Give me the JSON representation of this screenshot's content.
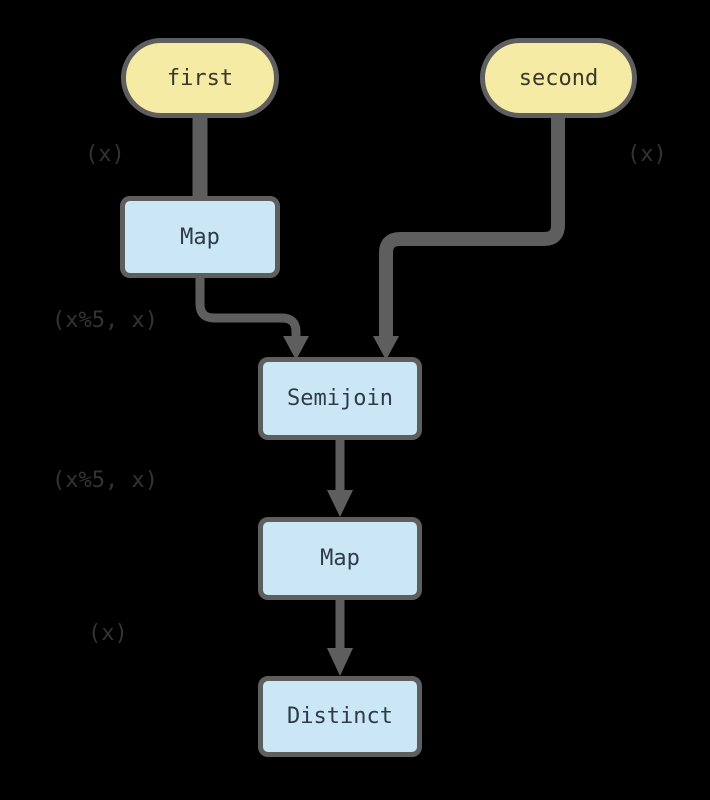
{
  "diagram": {
    "title": "dataflow-graph",
    "background": "#000000",
    "colors": {
      "edge": "#5e5e5e",
      "node_border": "#5e5e5e",
      "source_fill": "#f6eba4",
      "operator_fill": "#cbe7f5",
      "source_text": "#3a372c",
      "operator_text": "#2e3c49",
      "edge_label_text": "#333333"
    },
    "nodes": {
      "first": {
        "label": "first",
        "type": "source"
      },
      "second": {
        "label": "second",
        "type": "source"
      },
      "map1": {
        "label": "Map",
        "type": "operator"
      },
      "semijoin": {
        "label": "Semijoin",
        "type": "operator"
      },
      "map2": {
        "label": "Map",
        "type": "operator"
      },
      "distinct": {
        "label": "Distinct",
        "type": "operator"
      }
    },
    "edges": [
      {
        "from": "first",
        "to": "map1",
        "label": "(x)"
      },
      {
        "from": "second",
        "to": "semijoin",
        "label": "(x)"
      },
      {
        "from": "map1",
        "to": "semijoin",
        "label": "(x%5, x)"
      },
      {
        "from": "semijoin",
        "to": "map2",
        "label": "(x%5, x)"
      },
      {
        "from": "map2",
        "to": "distinct",
        "label": "(x)"
      }
    ]
  }
}
